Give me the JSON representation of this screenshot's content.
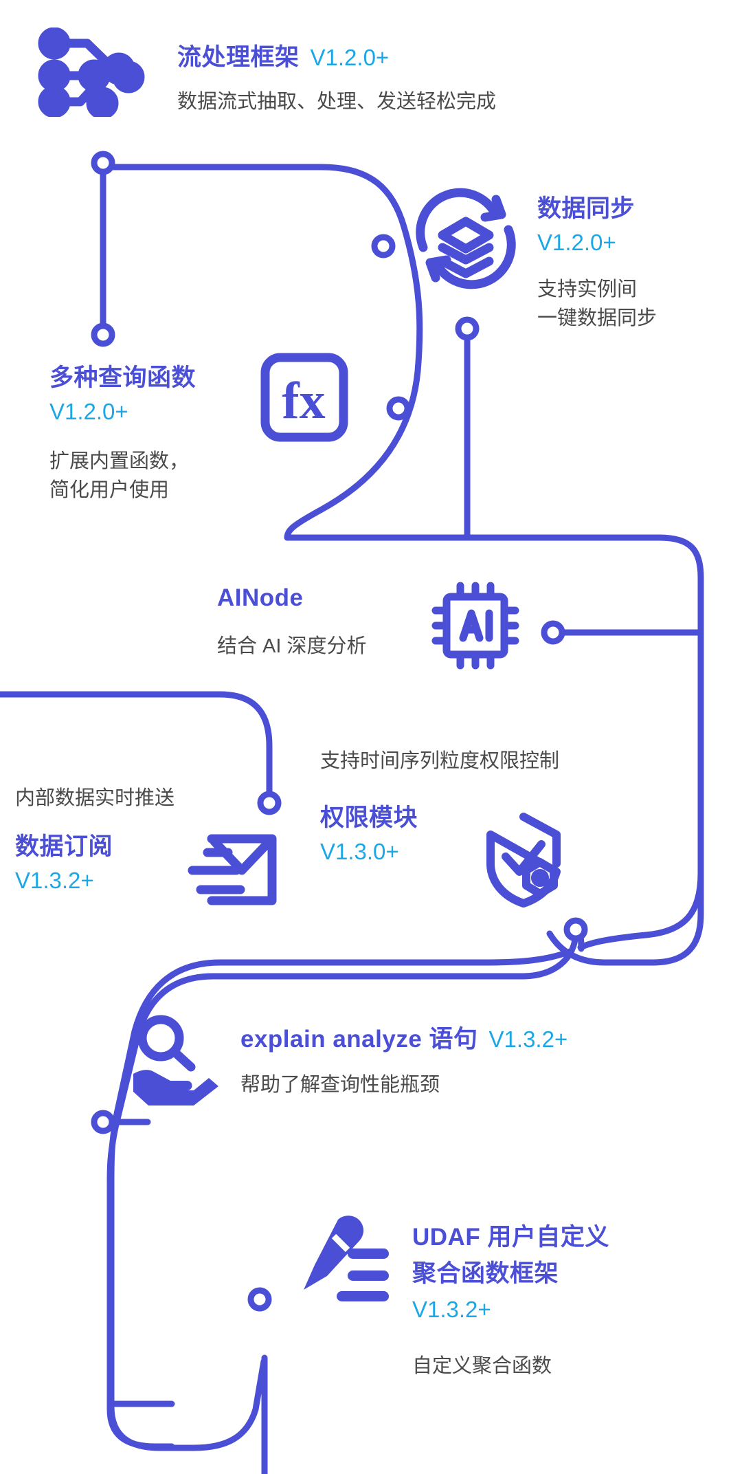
{
  "theme": {
    "brand_blue": "#4a4fd6",
    "version_cyan": "#1aa7e8",
    "desc_gray": "#4a4a4a",
    "background": "#ffffff"
  },
  "features": [
    {
      "id": "stream-processing",
      "title": "流处理框架",
      "version": "V1.2.0+",
      "desc_lines": [
        "数据流式抽取、处理、发送轻松完成"
      ],
      "icon": "circuit-nodes-icon"
    },
    {
      "id": "data-sync",
      "title": "数据同步",
      "version": "V1.2.0+",
      "desc_lines": [
        "支持实例间",
        "一键数据同步"
      ],
      "icon": "sync-layers-icon"
    },
    {
      "id": "query-functions",
      "title": "多种查询函数",
      "version": "V1.2.0+",
      "desc_lines": [
        "扩展内置函数，",
        "简化用户使用"
      ],
      "icon": "fx-icon"
    },
    {
      "id": "ainode",
      "title": "AINode",
      "version": "",
      "desc_lines": [
        "结合 AI 深度分析"
      ],
      "icon": "ai-chip-icon"
    },
    {
      "id": "data-subscription",
      "title": "数据订阅",
      "version": "V1.3.2+",
      "desc_lines": [
        "内部数据实时推送"
      ],
      "icon": "envelope-push-icon"
    },
    {
      "id": "permission-module",
      "title": "权限模块",
      "version": "V1.3.0+",
      "desc_lines": [
        "支持时间序列粒度权限控制"
      ],
      "icon": "shield-check-icon"
    },
    {
      "id": "explain-analyze",
      "title": "explain analyze 语句",
      "version": "V1.3.2+",
      "desc_lines": [
        "帮助了解查询性能瓶颈"
      ],
      "icon": "magnifier-hand-icon"
    },
    {
      "id": "udaf",
      "title_line1": "UDAF 用户自定义",
      "title_line2": "聚合函数框架",
      "version": "V1.3.2+",
      "desc_lines": [
        "自定义聚合函数"
      ],
      "icon": "pen-lines-icon"
    }
  ]
}
